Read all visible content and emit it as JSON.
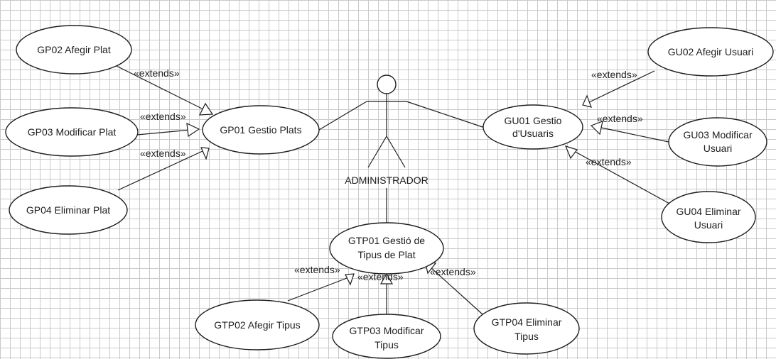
{
  "diagram": {
    "actor": {
      "name": "ADMINISTRADOR"
    },
    "stereotype": "«extends»",
    "use_cases": {
      "gp01": [
        "GP01 Gestio Plats"
      ],
      "gp02": [
        "GP02 Afegir Plat"
      ],
      "gp03": [
        "GP03 Modificar Plat"
      ],
      "gp04": [
        "GP04 Eliminar Plat"
      ],
      "gu01": [
        "GU01 Gestio",
        "d'Usuaris"
      ],
      "gu02": [
        "GU02 Afegir Usuari"
      ],
      "gu03": [
        "GU03 Modificar",
        "Usuari"
      ],
      "gu04": [
        "GU04 Eliminar",
        "Usuari"
      ],
      "gtp01": [
        "GTP01 Gestió de",
        "Tipus de Plat"
      ],
      "gtp02": [
        "GTP02 Afegir Tipus"
      ],
      "gtp03": [
        "GTP03 Modificar",
        "Tipus"
      ],
      "gtp04": [
        "GTP04 Eliminar",
        "Tipus"
      ]
    }
  }
}
